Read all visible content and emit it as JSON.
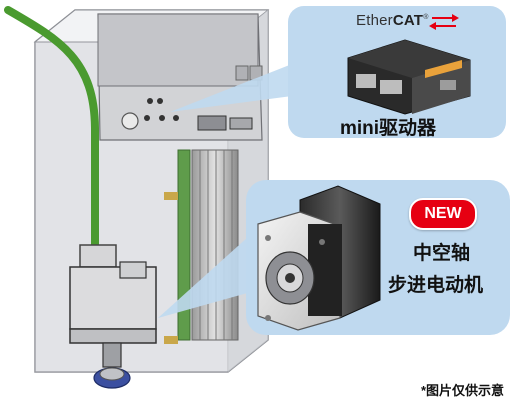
{
  "ethercat_logo": {
    "prefix": "Ether",
    "brand": "CAT",
    "mark": "®"
  },
  "driver_label": "mini驱动器",
  "new_badge": "NEW",
  "motor_label": {
    "line1": "中空轴",
    "line2": "步进电动机"
  },
  "footnote": "*图片仅供示意",
  "colors": {
    "callout_blue": "#bfd9ef",
    "badge_red": "#e60012",
    "cable_green": "#4a9a2f",
    "panel_grey": "#e9eaec"
  }
}
